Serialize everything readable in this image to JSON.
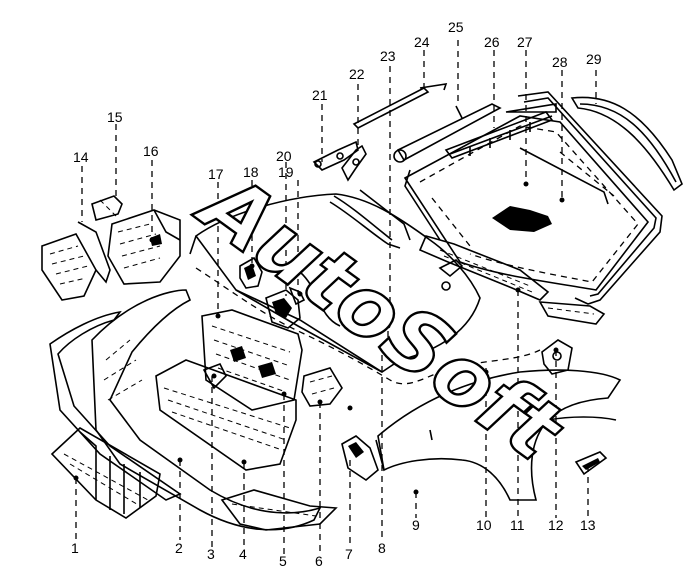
{
  "watermark": "AutoSoft",
  "callouts": [
    "1",
    "2",
    "3",
    "4",
    "5",
    "6",
    "7",
    "8",
    "9",
    "10",
    "11",
    "12",
    "13",
    "14",
    "15",
    "16",
    "17",
    "18",
    "19",
    "20",
    "21",
    "22",
    "23",
    "24",
    "25",
    "26",
    "27",
    "28",
    "29"
  ]
}
